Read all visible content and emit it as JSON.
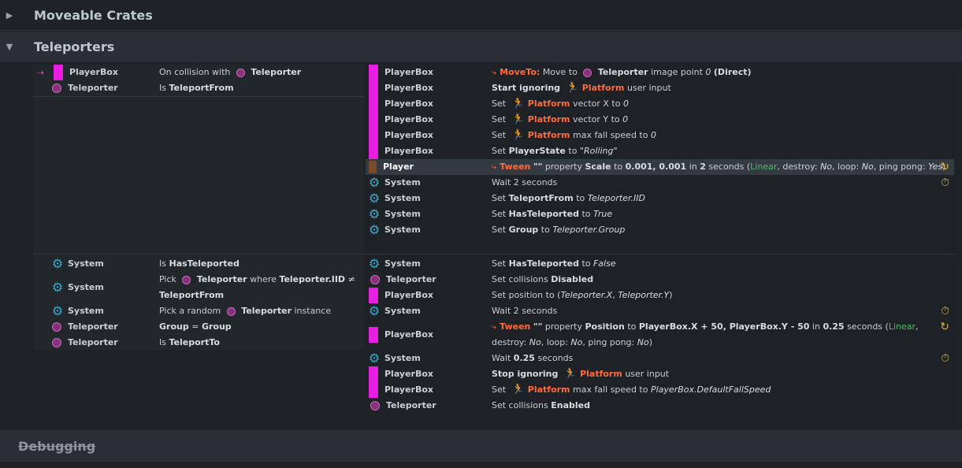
{
  "groups": [
    {
      "title": "Moveable Crates",
      "toggle": "▶"
    },
    {
      "title": "Teleporters",
      "toggle": "▼"
    },
    {
      "title": "Debugging"
    }
  ],
  "event1": {
    "conditions": [
      {
        "object": "PlayerBox",
        "icon": "pink-square-icon",
        "text": "On collision with",
        "target": "Teleporter"
      },
      {
        "object": "Teleporter",
        "icon": "ghost-icon",
        "text": "Is",
        "param": "TeleportFrom"
      }
    ],
    "actions": [
      {
        "object": "PlayerBox",
        "a": "MoveTo:",
        "b": "Move to",
        "c": "Teleporter",
        "d": "image point",
        "e": "0",
        "f": "(Direct)"
      },
      {
        "object": "PlayerBox",
        "a": "Start ignoring",
        "b": "Platform",
        "c": "user input"
      },
      {
        "object": "PlayerBox",
        "a": "Set",
        "b": "Platform",
        "c": "vector X to",
        "d": "0"
      },
      {
        "object": "PlayerBox",
        "a": "Set",
        "b": "Platform",
        "c": "vector Y to",
        "d": "0"
      },
      {
        "object": "PlayerBox",
        "a": "Set",
        "b": "Platform",
        "c": "max fall speed to",
        "d": "0"
      },
      {
        "object": "PlayerBox",
        "a": "Set",
        "b": "PlayerState",
        "c": "to",
        "d": "\"Rolling\""
      },
      {
        "object": "Player",
        "a": "Tween",
        "b": "\"\"",
        "c": "property",
        "d": "Scale",
        "e": "to",
        "f": "0.001, 0.001",
        "g": "in",
        "h": "2",
        "i": "seconds (",
        "j": "Linear",
        ",": ", destroy:",
        "k": "No",
        "l": ", loop:",
        "m": "No",
        "n": ", ping pong:",
        "o": "Yes",
        "p": ")"
      },
      {
        "object": "System",
        "a": "Wait",
        "b": "2",
        "c": "seconds"
      },
      {
        "object": "System",
        "a": "Set",
        "b": "TeleportFrom",
        "c": "to",
        "d": "Teleporter.IID"
      },
      {
        "object": "System",
        "a": "Set",
        "b": "HasTeleported",
        "c": "to",
        "d": "True"
      },
      {
        "object": "System",
        "a": "Set",
        "b": "Group",
        "c": "to",
        "d": "Teleporter.Group"
      }
    ]
  },
  "event2": {
    "conditions": [
      {
        "object": "System",
        "a": "Is",
        "b": "HasTeleported"
      },
      {
        "object": "System",
        "a": "Pick",
        "b": "Teleporter",
        "c": "where",
        "d": "Teleporter.IID",
        "e": "≠",
        "f": "TeleportFrom"
      },
      {
        "object": "System",
        "a": "Pick a random",
        "b": "Teleporter",
        "c": "instance"
      },
      {
        "object": "Teleporter",
        "a": "Group",
        "b": "=",
        "c": "Group"
      },
      {
        "object": "Teleporter",
        "a": "Is",
        "b": "TeleportTo"
      }
    ],
    "actions": [
      {
        "object": "System",
        "a": "Set",
        "b": "HasTeleported",
        "c": "to",
        "d": "False"
      },
      {
        "object": "Teleporter",
        "a": "Set collisions",
        "b": "Disabled"
      },
      {
        "object": "PlayerBox",
        "a": "Set position to (",
        "b": "Teleporter.X",
        "c": ",",
        "d": "Teleporter.Y",
        "e": ")"
      },
      {
        "object": "System",
        "a": "Wait",
        "b": "2",
        "c": "seconds"
      },
      {
        "object": "PlayerBox",
        "a": "Tween",
        "b": "\"\"",
        "c": "property",
        "d": "Position",
        "e": "to",
        "f": "PlayerBox.X + 50, PlayerBox.Y - 50",
        "g": "in",
        "h": "0.25",
        "i": "seconds (",
        "j": "Linear",
        "k": ", destroy:",
        "l": "No",
        "m": ",",
        "n": "loop:",
        "o": "No",
        "p": ", ping pong:",
        "q": "No",
        "r": ")"
      },
      {
        "object": "System",
        "a": "Wait",
        "b": "0.25",
        "c": "seconds"
      },
      {
        "object": "PlayerBox",
        "a": "Stop ignoring",
        "b": "Platform",
        "c": "user input"
      },
      {
        "object": "PlayerBox",
        "a": "Set",
        "b": "Platform",
        "c": "max fall speed to",
        "d": "PlayerBox.DefaultFallSpeed"
      },
      {
        "object": "Teleporter",
        "a": "Set collisions",
        "b": "Enabled"
      }
    ]
  },
  "icons": {
    "gear": "⚙",
    "arrow": "➝",
    "runner": "🏃",
    "timer": "⏱",
    "repeat": "↻",
    "tween": "⤷"
  }
}
